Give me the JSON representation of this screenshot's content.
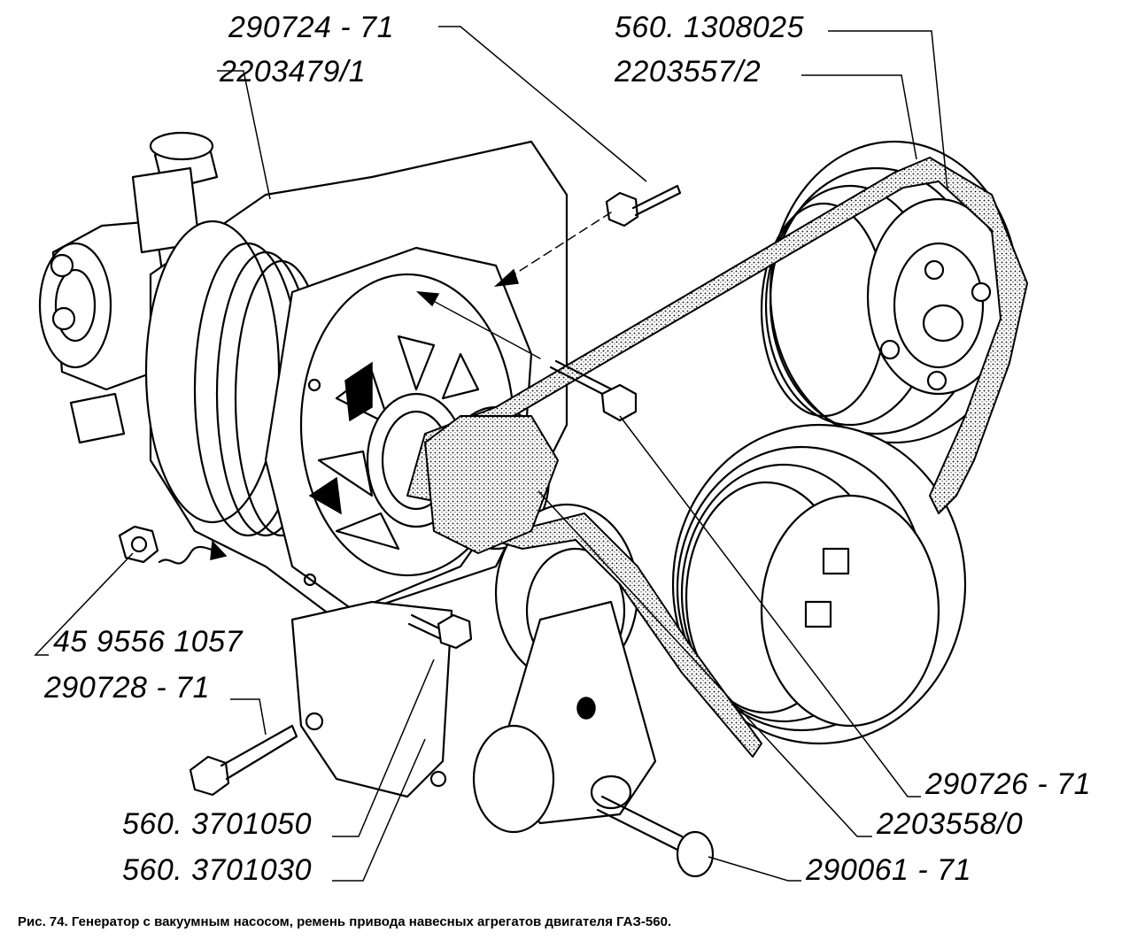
{
  "labels": {
    "l1": "290724 - 71",
    "l2": "2203479/1",
    "l3": "560. 1308025",
    "l4": "2203557/2",
    "l5": "45 9556 1057",
    "l6": "290728 - 71",
    "l7": "560. 3701050",
    "l8": "560. 3701030",
    "l9": "290726 - 71",
    "l10": "2203558/0",
    "l11": "290061 - 71"
  },
  "caption": "Рис. 74. Генератор с вакуумным насосом, ремень привода навесных агрегатов двигателя ГАЗ-560."
}
